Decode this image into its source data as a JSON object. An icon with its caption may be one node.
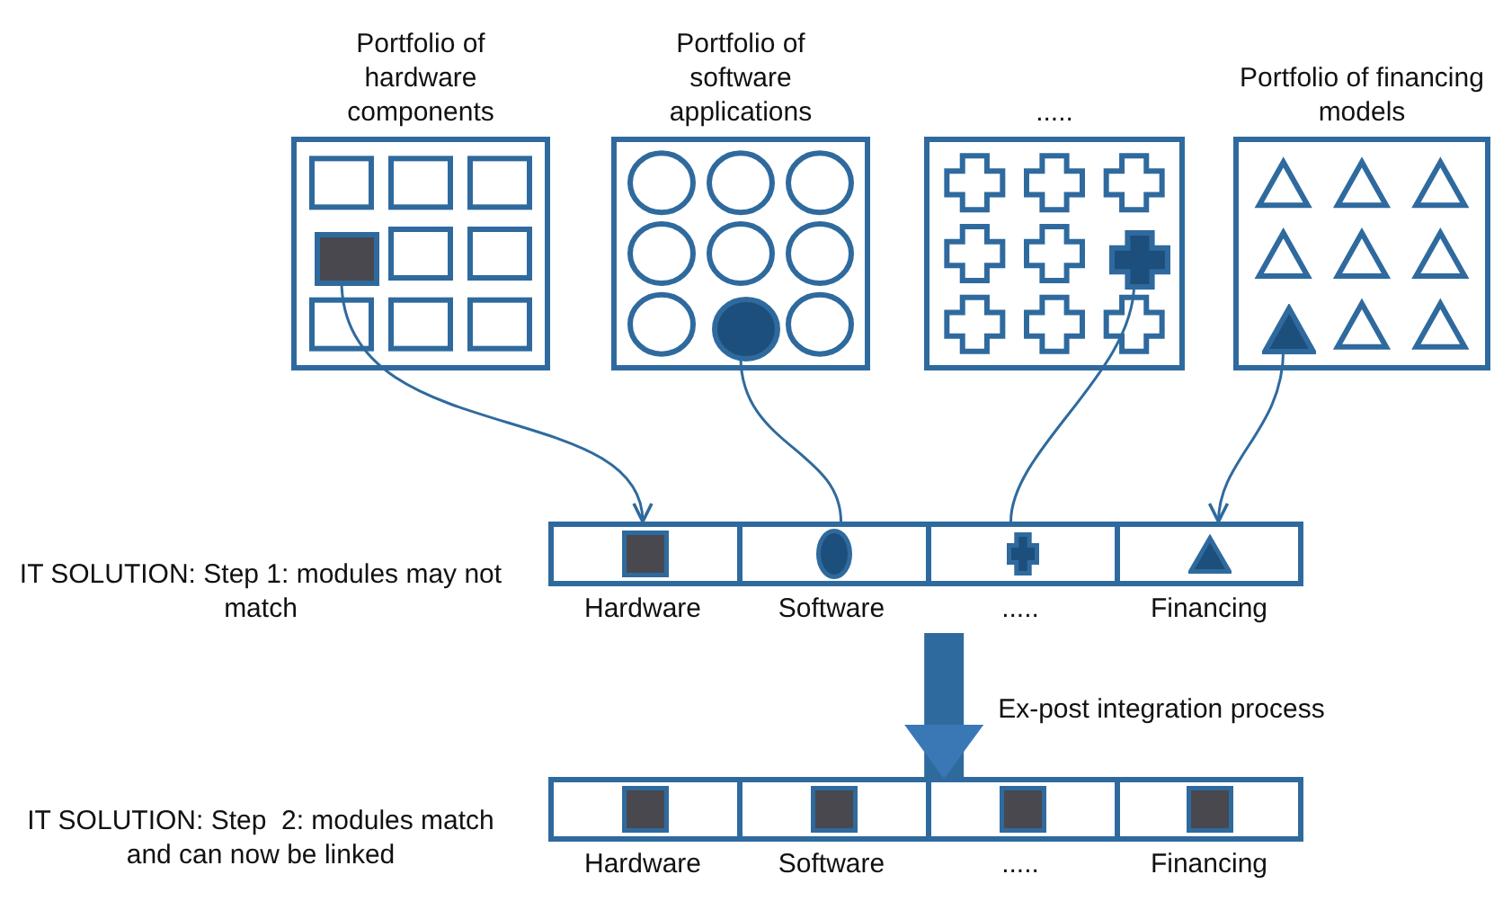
{
  "diagram": {
    "nodes": [
      {
        "text": [
          "Portfolio of hardware components"
        ]
      },
      {
        "text": [
          "Portfolio of software applications"
        ]
      },
      {
        "text": [
          "....."
        ]
      },
      {
        "text": [
          "Portfolio of financing models"
        ]
      },
      {
        "text": [],
        "shape": "box",
        "in": 0
      },
      {
        "text": [],
        "shape": "circle",
        "in": 1
      },
      {
        "text": [],
        "shape": "cross",
        "in": 2
      },
      {
        "text": [],
        "shape": "triangle",
        "in": 3
      },
      {
        "text": [],
        "shape": "bar",
        "beside": [
          "IT SOLUTION: Step 1: modules may not match"
        ]
      },
      {
        "text": [
          "Hardware"
        ],
        "in": 8
      },
      {
        "text": [
          "Software"
        ],
        "in": 8
      },
      {
        "text": [
          "....."
        ],
        "in": 8
      },
      {
        "text": [
          "Financing"
        ],
        "in": 8
      },
      {
        "text": [],
        "shape": "bar",
        "beside": [
          "IT SOLUTION: Step  2: modules match and can now be linked"
        ]
      },
      {
        "text": [
          "Hardware"
        ],
        "in": 13
      },
      {
        "text": [
          "Software"
        ],
        "in": 13
      },
      {
        "text": [
          "....."
        ],
        "in": 13
      },
      {
        "text": [
          "Financing"
        ],
        "in": 13
      }
    ],
    "edges": [
      {
        "from": 4,
        "to": 9,
        "arrow": "to"
      },
      {
        "from": 5,
        "to": 10,
        "arrow": "none"
      },
      {
        "from": 6,
        "to": 11,
        "arrow": "none"
      },
      {
        "from": 7,
        "to": 12,
        "arrow": "to"
      },
      {
        "from": 8,
        "to": 13,
        "arrow": "to",
        "style": "thick",
        "label": "Ex-post integration process"
      }
    ]
  }
}
